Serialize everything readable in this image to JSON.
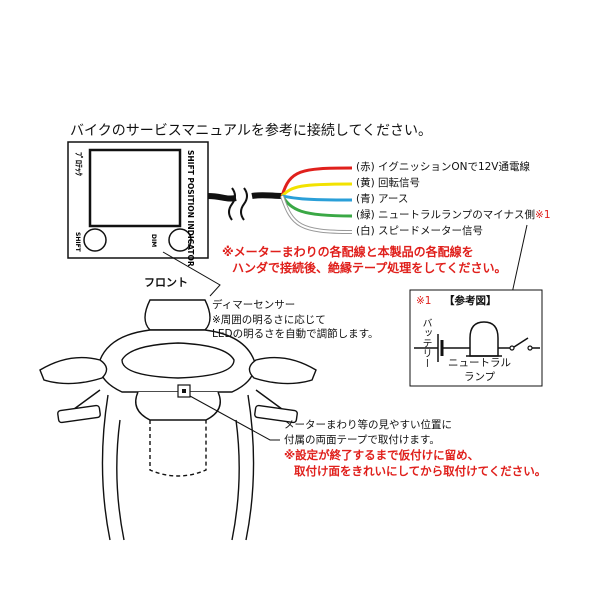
{
  "title": "バイクのサービスマニュアルを参考に接続してください。",
  "device": {
    "logo": "ﾌﾟﾛﾃｯｸ",
    "name": "SHIFT POSITION INDICATOR",
    "shift_button": "SHIFT",
    "dim_button": "DIM"
  },
  "wires": [
    {
      "label": "(赤) イグニッションONで12V通電線",
      "color": "#e0201c"
    },
    {
      "label": "(黄) 回転信号",
      "color": "#f2e200"
    },
    {
      "label": "(青) アース",
      "color": "#2a9fd8"
    },
    {
      "label": "(緑) ニュートラルランプのマイナス側",
      "color": "#3aa845"
    },
    {
      "label": "(白) スピードメーター信号",
      "color": "#ffffff"
    }
  ],
  "wire_note_mark": "※1",
  "solder_note": {
    "line1": "※メーターまわりの各配線と本製品の各配線を",
    "line2": "ハンダで接続後、絶縁テープ処理をしてください。"
  },
  "front_label": "フロント",
  "dimmer": {
    "title": "ディマーセンサー",
    "line1": "※周囲の明るさに応じて",
    "line2": "LEDの明るさを自動で調節します。"
  },
  "mount_note": {
    "line1": "メーターまわり等の見やすい位置に",
    "line2": "付属の両面テープで取付けます。"
  },
  "setting_note": {
    "line1": "※設定が終了するまで仮付けに留め、",
    "line2": "取付け面をきれいにしてから取付けてください。"
  },
  "reference": {
    "mark": "※1",
    "title": "【参考図】",
    "battery": "バッテリー",
    "neutral_line1": "ニュートラル",
    "neutral_line2": "ランプ"
  }
}
